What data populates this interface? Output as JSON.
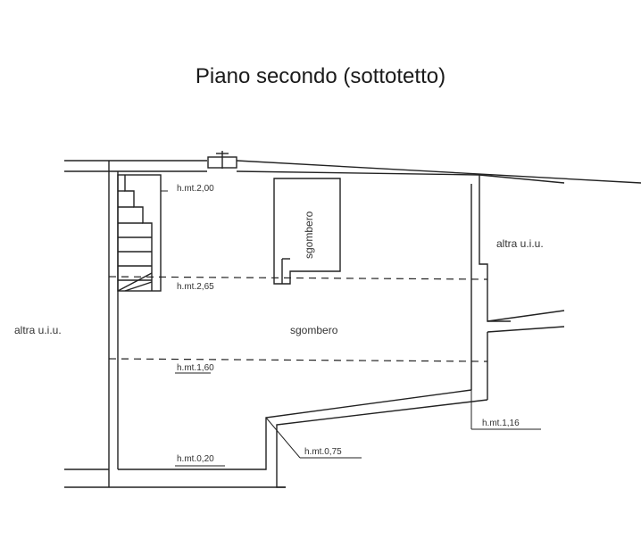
{
  "title": "Piano secondo (sottotetto)",
  "labels": {
    "left_unit": "altra u.i.u.",
    "right_unit": "altra u.i.u.",
    "main_room": "sgombero",
    "small_room": "sgombero"
  },
  "heights": {
    "h1": "h.mt.2,00",
    "h2": "h.mt.2,65",
    "h3": "h.mt.1,60",
    "h4": "h.mt.0,20",
    "h5": "h.mt.0,75",
    "h6": "h.mt.1,16"
  }
}
